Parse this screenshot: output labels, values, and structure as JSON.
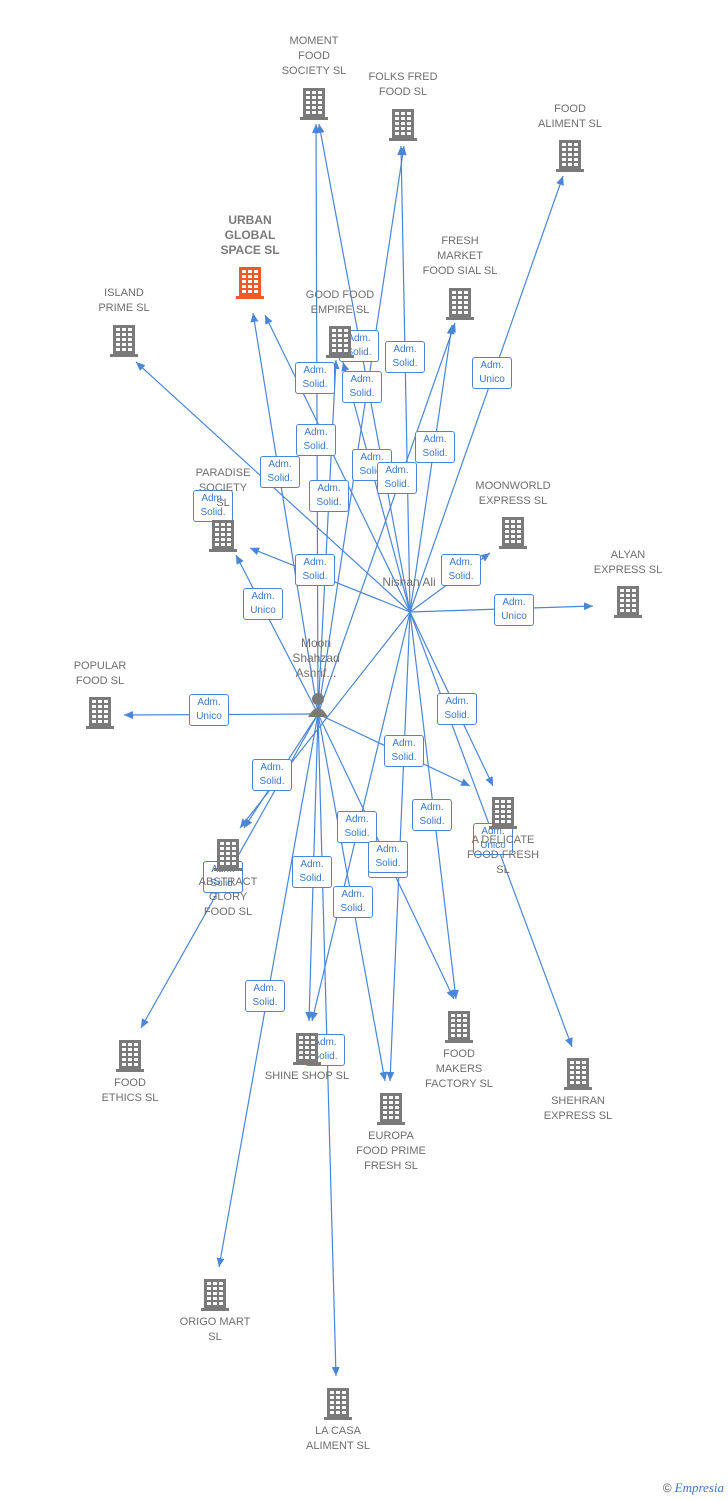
{
  "colors": {
    "edge": "#4a86d8",
    "building": "#7a7a7a",
    "focus_building": "#f05a28",
    "badge_text": "#3a78d0"
  },
  "persons": [
    {
      "id": "moon",
      "label": "Moon\nShahzad\nAshrif..."
    },
    {
      "id": "nishan",
      "label": "Nishan Ali"
    }
  ],
  "companies": [
    {
      "id": "moment",
      "label": "MOMENT\nFOOD\nSOCIETY  SL"
    },
    {
      "id": "folks",
      "label": "FOLKS FRED\nFOOD  SL"
    },
    {
      "id": "foodaliment",
      "label": "FOOD\nALIMENT  SL"
    },
    {
      "id": "urban",
      "label": "URBAN\nGLOBAL\nSPACE  SL",
      "focus": true
    },
    {
      "id": "freshmarket",
      "label": "FRESH\nMARKET\nFOOD SIAL  SL"
    },
    {
      "id": "island",
      "label": "ISLAND\nPRIME  SL"
    },
    {
      "id": "goodfood",
      "label": "GOOD FOOD\nEMPIRE  SL"
    },
    {
      "id": "paradise",
      "label": "PARADISE\nSOCIETY\nSL"
    },
    {
      "id": "moonworld",
      "label": "MOONWORLD\nEXPRESS  SL"
    },
    {
      "id": "alyan",
      "label": "ALYAN\nEXPRESS  SL"
    },
    {
      "id": "popular",
      "label": "POPULAR\nFOOD  SL"
    },
    {
      "id": "delicate",
      "label": "A  DELICATE\nFOOD FRESH\nSL"
    },
    {
      "id": "glory",
      "label": "ABSTRACT\nGLORY\nFOOD  SL"
    },
    {
      "id": "foodethics",
      "label": "FOOD\nETHICS  SL"
    },
    {
      "id": "shineshop",
      "label": "SHINE SHOP  SL"
    },
    {
      "id": "foodmakers",
      "label": "FOOD\nMAKERS\nFACTORY  SL"
    },
    {
      "id": "shehran",
      "label": "SHEHRAN\nEXPRESS  SL"
    },
    {
      "id": "europa",
      "label": "EUROPA\nFOOD PRIME\nFRESH  SL"
    },
    {
      "id": "origo",
      "label": "ORIGO MART\nSL"
    },
    {
      "id": "lacasa",
      "label": "LA CASA\nALIMENT  SL"
    }
  ],
  "edges": [
    {
      "from": "moon",
      "to": "moment",
      "label": "Adm.\nSolid."
    },
    {
      "from": "moon",
      "to": "folks",
      "label": "Adm.\nSolid."
    },
    {
      "from": "moon",
      "to": "freshmarket",
      "label": "Adm.\nSolid."
    },
    {
      "from": "moon",
      "to": "urban",
      "label": "Adm.\nSolid."
    },
    {
      "from": "moon",
      "to": "goodfood",
      "label": "Adm.\nSolid."
    },
    {
      "from": "moon",
      "to": "paradise",
      "label": "Adm.\nUnico"
    },
    {
      "from": "nishan",
      "to": "moment",
      "label": "Adm.\nSolid."
    },
    {
      "from": "nishan",
      "to": "folks",
      "label": "Adm.\nSolid."
    },
    {
      "from": "nishan",
      "to": "foodaliment",
      "label": "Adm.\nUnico"
    },
    {
      "from": "nishan",
      "to": "urban",
      "label": "Adm.\nSolid."
    },
    {
      "from": "nishan",
      "to": "goodfood",
      "label": "Adm.\nSolid."
    },
    {
      "from": "nishan",
      "to": "freshmarket",
      "label": "Adm.\nSolid."
    },
    {
      "from": "nishan",
      "to": "island",
      "label": "Adm.\nSolid."
    },
    {
      "from": "nishan",
      "to": "paradise",
      "label": "Adm.\nSolid."
    },
    {
      "from": "nishan",
      "to": "moonworld",
      "label": "Adm.\nSolid."
    },
    {
      "from": "nishan",
      "to": "alyan",
      "label": "Adm.\nUnico"
    },
    {
      "from": "nishan",
      "to": "delicate",
      "label": "Adm.\nSolid."
    },
    {
      "from": "nishan",
      "to": "shehran",
      "label": "Adm.\nUnico"
    },
    {
      "from": "nishan",
      "to": "foodmakers",
      "label": "Adm.\nSolid."
    },
    {
      "from": "nishan",
      "to": "europa",
      "label": "Adm.\nSolid."
    },
    {
      "from": "nishan",
      "to": "shineshop",
      "label": "Adm.\nSolid."
    },
    {
      "from": "nishan",
      "to": "glory",
      "label": "Adm.\nSolid."
    },
    {
      "from": "moon",
      "to": "popular",
      "label": "Adm.\nUnico"
    },
    {
      "from": "moon",
      "to": "delicate",
      "label": "Adm.\nSolid."
    },
    {
      "from": "moon",
      "to": "foodmakers",
      "label": "Adm.\nSolid."
    },
    {
      "from": "moon",
      "to": "europa",
      "label": "Adm.\nSolid."
    },
    {
      "from": "moon",
      "to": "shineshop",
      "label": "Adm.\nSolid."
    },
    {
      "from": "moon",
      "to": "glory",
      "label": "Adm.\nSolid."
    },
    {
      "from": "moon",
      "to": "foodethics",
      "label": "Adm.\nSolid."
    },
    {
      "from": "moon",
      "to": "origo",
      "label": "Adm.\nSolid."
    },
    {
      "from": "moon",
      "to": "lacasa",
      "label": "Adm.\nSolid."
    }
  ],
  "credit": {
    "symbol": "©",
    "brand": "Empresia"
  }
}
